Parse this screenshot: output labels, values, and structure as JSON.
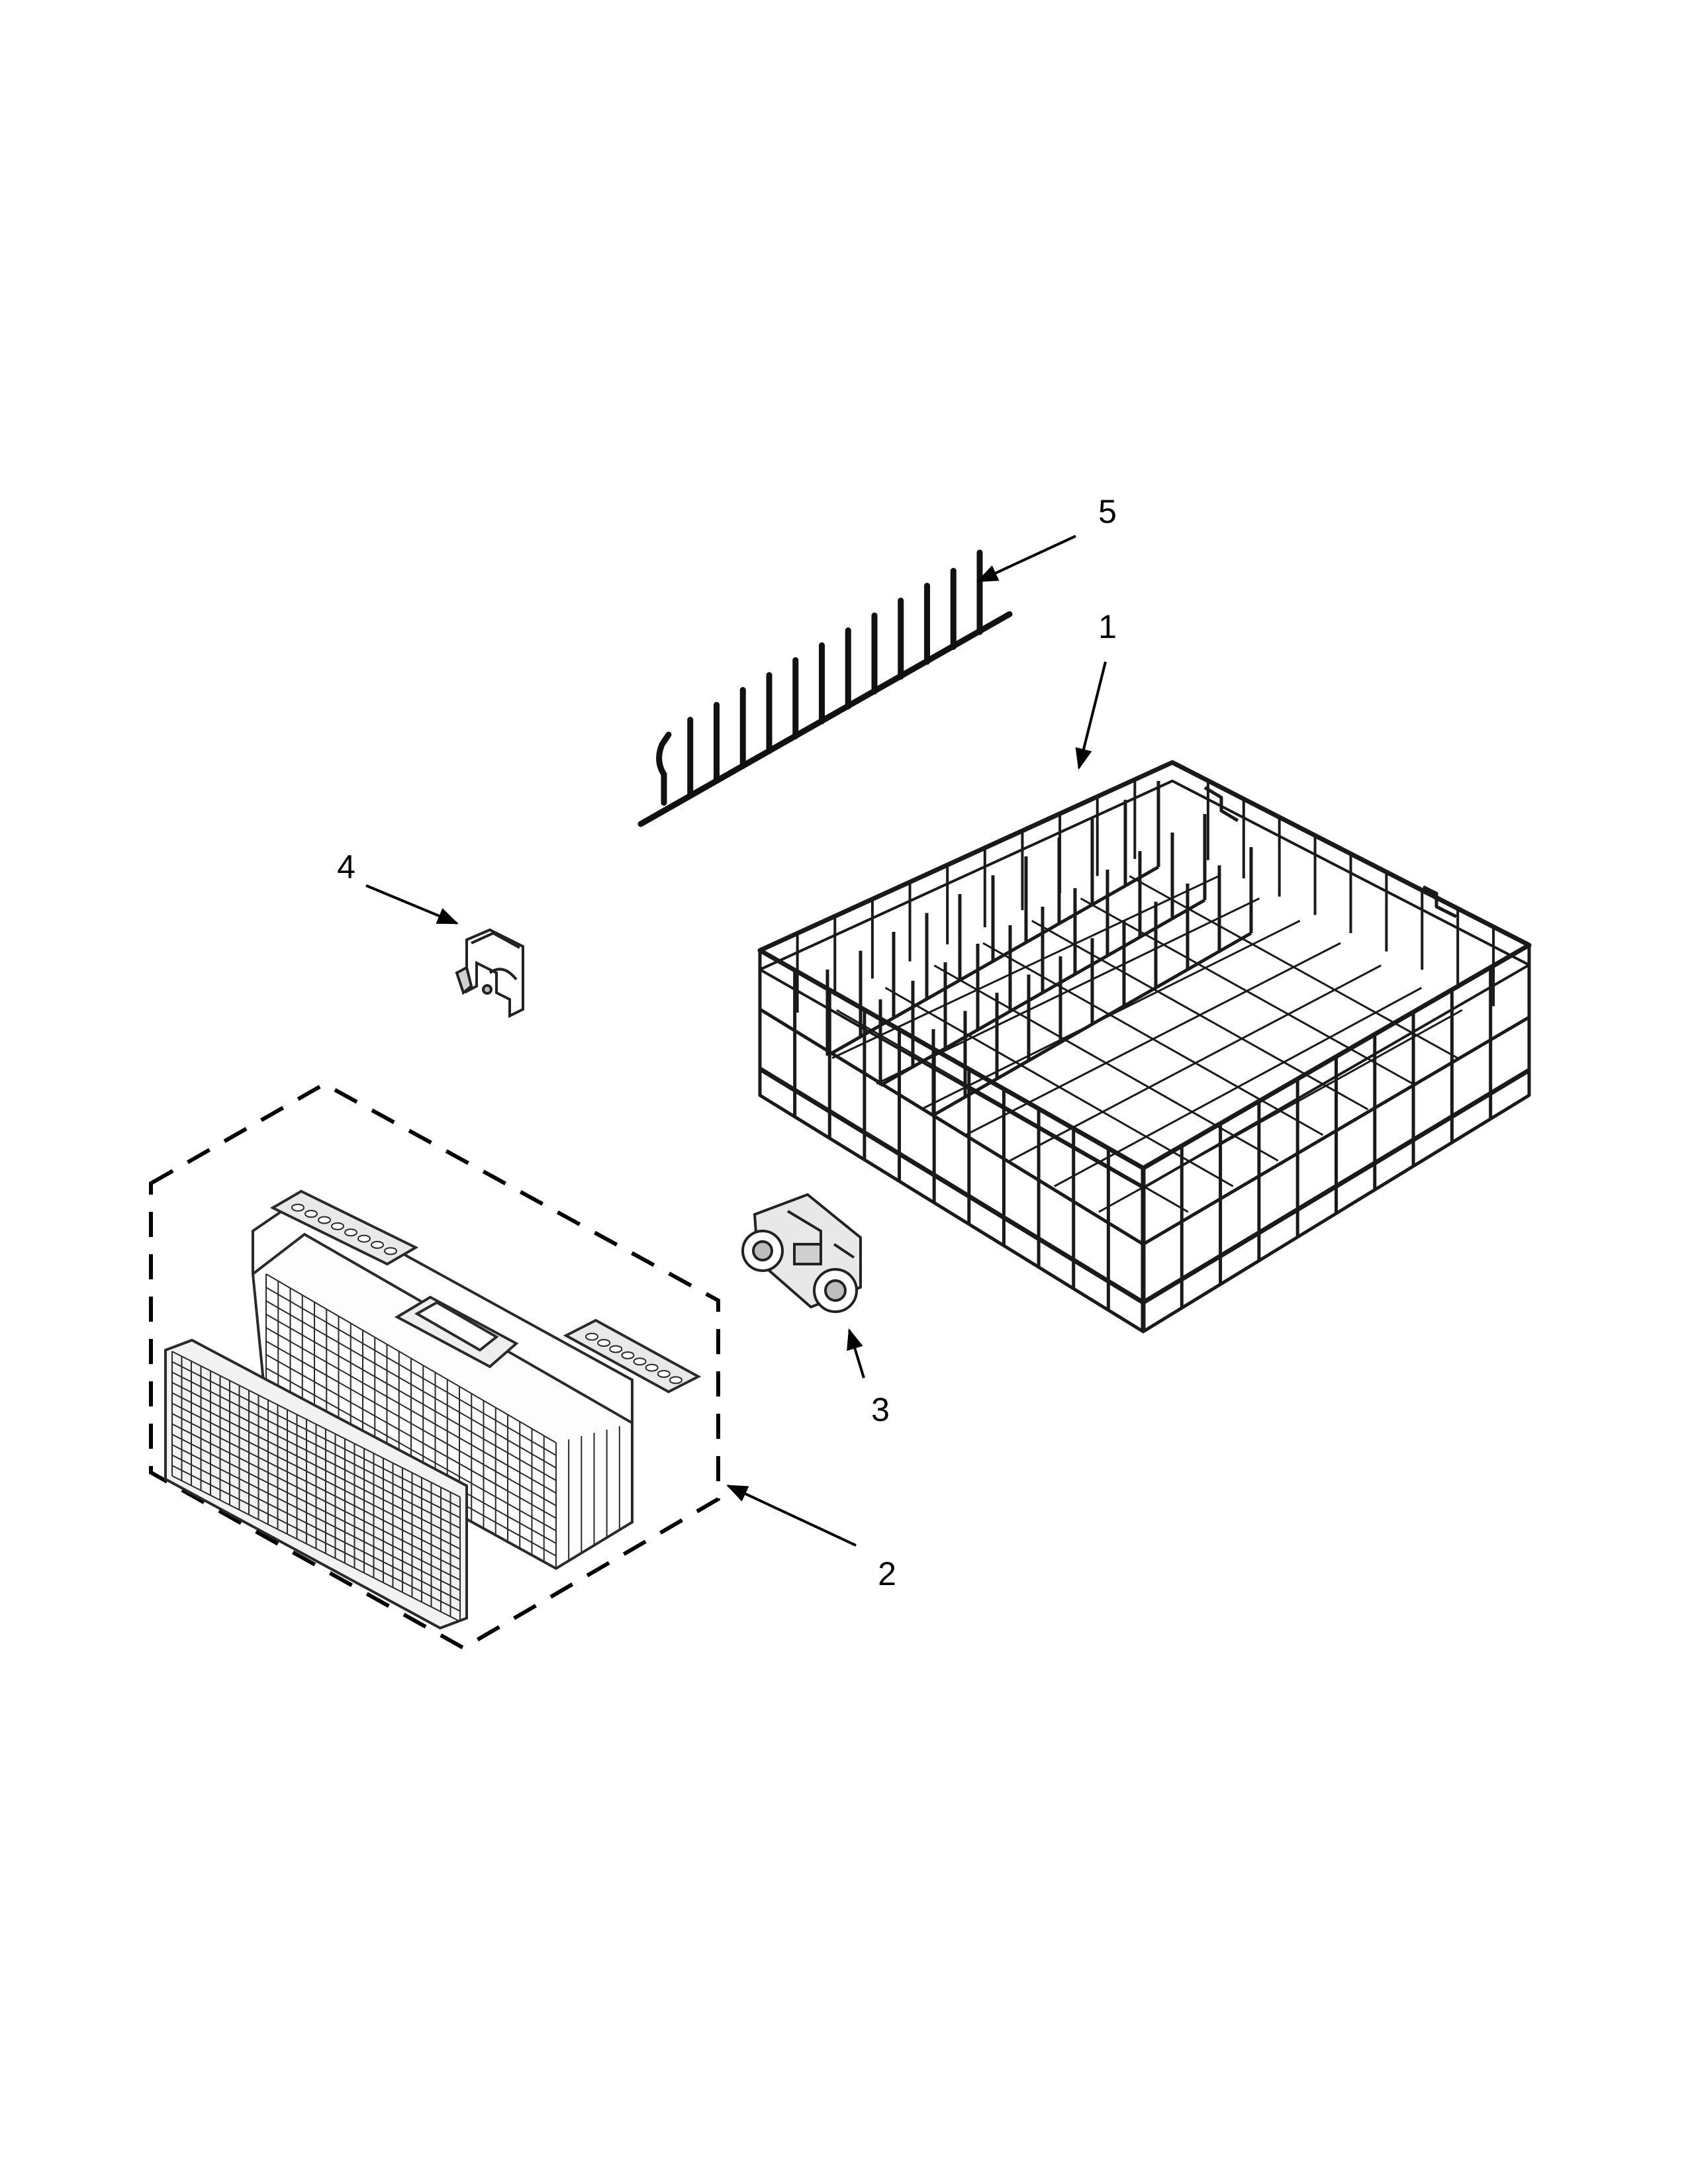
{
  "callouts": [
    {
      "id": "1",
      "label": "1"
    },
    {
      "id": "2",
      "label": "2"
    },
    {
      "id": "3",
      "label": "3"
    },
    {
      "id": "4",
      "label": "4"
    },
    {
      "id": "5",
      "label": "5"
    }
  ],
  "colors": {
    "line": "#000000",
    "part_stroke": "#222222",
    "part_fill": "#ffffff",
    "shade": "#bfbfbf",
    "background": "#ffffff"
  },
  "parts": [
    {
      "callout": "1",
      "name": "lower-dishrack",
      "icon": "dish-rack-icon"
    },
    {
      "callout": "2",
      "name": "silverware-basket-assembly",
      "icon": "basket-icon"
    },
    {
      "callout": "3",
      "name": "rack-wheel",
      "icon": "wheel-icon"
    },
    {
      "callout": "4",
      "name": "rack-clip",
      "icon": "clip-icon"
    },
    {
      "callout": "5",
      "name": "tine-row",
      "icon": "tine-row-icon"
    }
  ]
}
